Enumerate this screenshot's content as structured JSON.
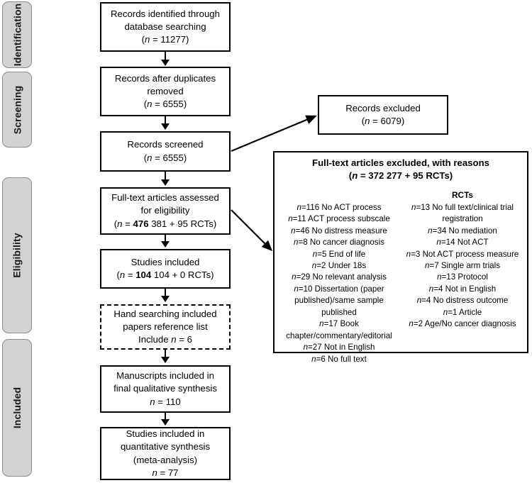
{
  "diagram": {
    "title": "PRISMA study selection flow diagram",
    "stages": [
      {
        "id": "identification",
        "label": "Identification"
      },
      {
        "id": "screening",
        "label": "Screening"
      },
      {
        "id": "eligibility",
        "label": "Eligibility"
      },
      {
        "id": "included",
        "label": "Included"
      }
    ],
    "flow_boxes": [
      {
        "id": "records-identified",
        "lines": [
          "Records identified through",
          "database searching",
          "(n = 11277)"
        ]
      },
      {
        "id": "records-after-duplicates",
        "lines": [
          "Records after duplicates",
          "removed",
          "(n = 6555)"
        ]
      },
      {
        "id": "records-screened",
        "lines": [
          "Records screened",
          "(n = 6555)"
        ]
      },
      {
        "id": "full-text-assessed",
        "lines": [
          "Full-text articles assessed",
          "for eligibility",
          "(n = 476 381 + 95 RCTs)"
        ]
      },
      {
        "id": "studies-included",
        "lines": [
          "Studies included",
          "(n = 104 104 + 0 RCTs)"
        ]
      },
      {
        "id": "hand-searching",
        "lines": [
          "Hand searching included",
          "papers reference list",
          "Include n = 6"
        ]
      },
      {
        "id": "manuscripts-qualitative",
        "lines": [
          "Manuscripts included in",
          "final qualitative synthesis",
          "n = 110"
        ]
      },
      {
        "id": "studies-quantitative",
        "lines": [
          "Studies included in",
          "quantitative synthesis",
          "(meta-analysis)",
          "n = 77"
        ]
      }
    ],
    "records_excluded": {
      "id": "records-excluded",
      "lines": [
        "Records excluded",
        "(n = 6079)"
      ]
    },
    "exclusion_panel": {
      "title": "Full-text  articles excluded, with reasons",
      "subtitle": "(n = 372 277 + 95 RCTs)",
      "left_column": {
        "heading": "",
        "items": [
          "n=116 No ACT process",
          "n=11 ACT process subscale",
          "n=46 No distress measure",
          "n=8 No cancer diagnosis",
          "n=5 End of life",
          "n=2 Under 18s",
          "n=29 No relevant analysis",
          "n=10 Dissertation (paper",
          "published)/same sample",
          "published",
          "n=17 Book",
          "chapter/commentary/editorial",
          "n=27 Not in English",
          "n=6 No full text"
        ]
      },
      "right_column": {
        "heading": "RCTs",
        "items": [
          "n=13 No full text/clinical trial",
          "registration",
          "n=34 No mediation",
          "n=14 Not ACT",
          "n=3 Not ACT  process measure",
          "n=7 Single arm trials",
          "n=13 Protocol",
          "n=4 Not in English",
          "n=4 No distress outcome",
          "n=1 Article",
          "n=2 Age/No  cancer diagnosis"
        ]
      }
    },
    "colors": {
      "stage_bar_fill": "#d2d2d2",
      "stage_bar_border": "#8d8d8d",
      "box_border": "#000000",
      "background": "#ffffff",
      "text": "#000000"
    }
  }
}
